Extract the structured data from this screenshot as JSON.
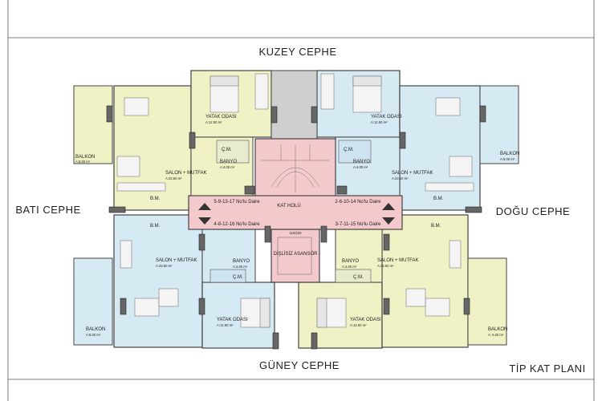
{
  "facades": {
    "north": "KUZEY CEPHE",
    "south": "GÜNEY CEPHE",
    "west": "BATI CEPHE",
    "east": "DOĞU CEPHE"
  },
  "plan_title": "TİP KAT PLANI",
  "colors": {
    "yellow": "#f0f2c6",
    "blue": "#d6eaf4",
    "pink": "#f3c9cc",
    "grey": "#cfcfcf",
    "wall": "#444444"
  },
  "core": {
    "hall": "KAT HOLÜ",
    "elevator": "DİŞLİSİZ ASANSÖR",
    "elevator_size": "110/220",
    "units_nw": "5-9-13-17 No'lu Daire",
    "units_ne": "2-6-10-14 No'lu Daire",
    "units_sw": "4-8-12-16 No'lu Daire",
    "units_se": "3-7-11-15 No'lu Daire"
  },
  "rooms": {
    "yatak": "YATAK ODASI",
    "yatak_area": "A:12.50 m²",
    "salon": "SALON + MUTFAK",
    "salon_area": "A:23.50 m²",
    "banyo": "BANYO",
    "banyo_area": "A:4.00 m²",
    "banyo_area_alt": "A:4.00 m²",
    "cm": "Ç.M.",
    "bm": "B.M.",
    "balkon": "BALKON",
    "balkon_area": "A:6.00 m²",
    "balkon_area_alt": "A: 6.00 m²"
  }
}
